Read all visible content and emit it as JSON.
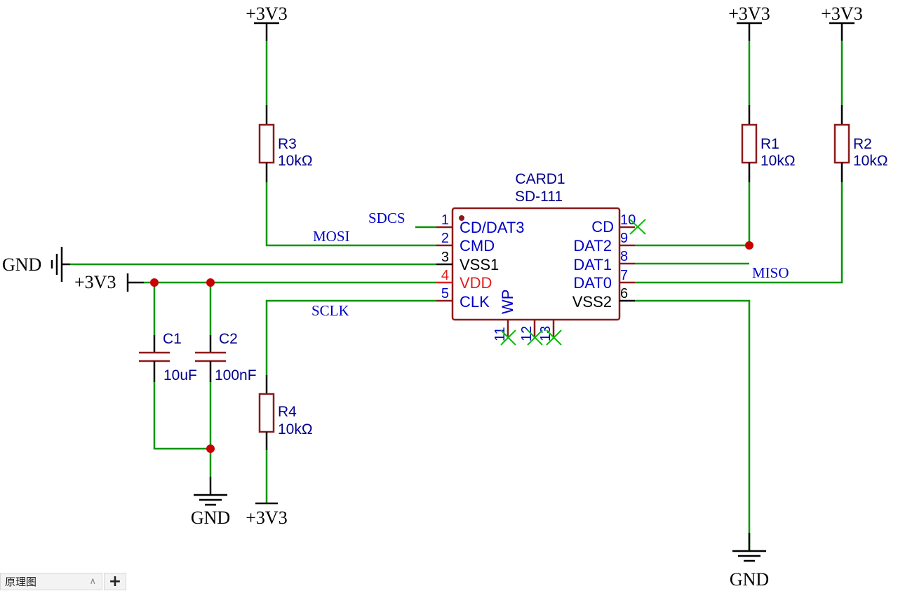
{
  "power": {
    "p3v3_a": "+3V3",
    "p3v3_b": "+3V3",
    "p3v3_c": "+3V3",
    "p3v3_d": "+3V3",
    "p3v3_e": "+3V3",
    "gnd_a": "GND",
    "gnd_b": "GND",
    "gnd_c": "GND"
  },
  "nets": {
    "sdcs": "SDCS",
    "mosi": "MOSI",
    "sclk": "SCLK",
    "miso": "MISO"
  },
  "card": {
    "ref": "CARD1",
    "value": "SD-111",
    "left_pins": [
      {
        "num": "1",
        "name": "CD/DAT3"
      },
      {
        "num": "2",
        "name": "CMD"
      },
      {
        "num": "3",
        "name": "VSS1"
      },
      {
        "num": "4",
        "name": "VDD"
      },
      {
        "num": "5",
        "name": "CLK"
      }
    ],
    "right_pins": [
      {
        "num": "10",
        "name": "CD"
      },
      {
        "num": "9",
        "name": "DAT2"
      },
      {
        "num": "8",
        "name": "DAT1"
      },
      {
        "num": "7",
        "name": "DAT0"
      },
      {
        "num": "6",
        "name": "VSS2"
      }
    ],
    "bottom_pins": [
      {
        "num": "11",
        "name": "WP"
      },
      {
        "num": "12",
        "name": ""
      },
      {
        "num": "13",
        "name": ""
      }
    ]
  },
  "resistors": [
    {
      "ref": "R3",
      "value": "10kΩ"
    },
    {
      "ref": "R1",
      "value": "10kΩ"
    },
    {
      "ref": "R2",
      "value": "10kΩ"
    },
    {
      "ref": "R4",
      "value": "10kΩ"
    }
  ],
  "capacitors": [
    {
      "ref": "C1",
      "value": "10uF"
    },
    {
      "ref": "C2",
      "value": "100nF"
    }
  ],
  "tabs": {
    "sheet_label": "原理图",
    "add_label": "+"
  },
  "colors": {
    "wire": "#009600",
    "component_body": "#8b1a1a",
    "net_label": "#0000c8",
    "junction": "#c80000",
    "no_connect": "#00c000"
  }
}
